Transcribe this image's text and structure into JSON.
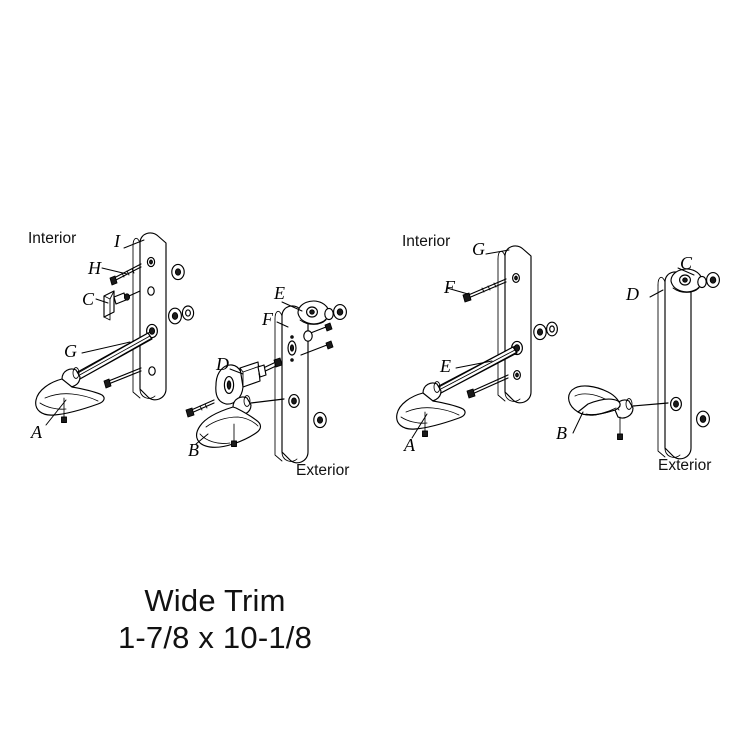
{
  "figure": {
    "title": "Wide Trim",
    "subtitle": "1-7/8 x 10-1/8",
    "background_color": "#ffffff",
    "line_color": "#000000",
    "type": "exploded-assembly-diagram",
    "subject": "door lever handle trim sets"
  },
  "assemblies": [
    {
      "id": "left",
      "name": "mortise-trim-set-with-thumbturn",
      "orientation_labels": {
        "interior": "Interior",
        "exterior": "Exterior"
      },
      "callouts": [
        {
          "key": "A",
          "label": "A",
          "part": "interior-lever-handle"
        },
        {
          "key": "B",
          "label": "B",
          "part": "exterior-lever-handle"
        },
        {
          "key": "C",
          "label": "C",
          "part": "thumbturn"
        },
        {
          "key": "D",
          "label": "D",
          "part": "cylinder-with-rose"
        },
        {
          "key": "E",
          "label": "E",
          "part": "cylinder-collar-nut"
        },
        {
          "key": "F",
          "label": "F",
          "part": "exterior-escutcheon-plate"
        },
        {
          "key": "G",
          "label": "G",
          "part": "spindle"
        },
        {
          "key": "H",
          "label": "H",
          "part": "mounting-screw"
        },
        {
          "key": "I",
          "label": "I",
          "part": "interior-escutcheon-plate"
        }
      ]
    },
    {
      "id": "right",
      "name": "passage-trim-set",
      "orientation_labels": {
        "interior": "Interior",
        "exterior": "Exterior"
      },
      "callouts": [
        {
          "key": "A",
          "label": "A",
          "part": "interior-lever-handle"
        },
        {
          "key": "B",
          "label": "B",
          "part": "exterior-lever-handle"
        },
        {
          "key": "C",
          "label": "C",
          "part": "cylinder-collar-nut"
        },
        {
          "key": "D",
          "label": "D",
          "part": "exterior-escutcheon-plate"
        },
        {
          "key": "E",
          "label": "E",
          "part": "spindle"
        },
        {
          "key": "F",
          "label": "F",
          "part": "mounting-screw"
        },
        {
          "key": "G",
          "label": "G",
          "part": "interior-escutcheon-plate"
        }
      ]
    }
  ]
}
